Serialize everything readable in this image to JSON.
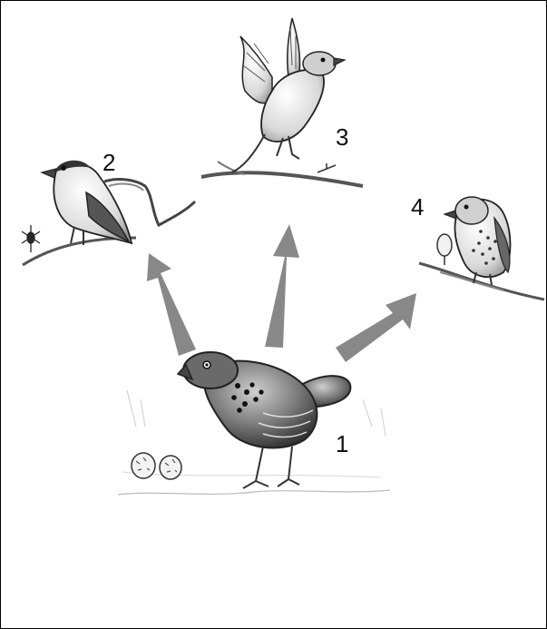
{
  "figure": {
    "labels": {
      "bird1": "1",
      "bird2": "2",
      "bird3": "3",
      "bird4": "4"
    },
    "colors": {
      "arrow": "#888888",
      "ink": "#222222",
      "border": "#000000"
    },
    "icons": [
      "ground-finch-icon",
      "insect-eating-bird-icon",
      "flying-bird-icon",
      "fruit-eating-bird-icon"
    ]
  }
}
